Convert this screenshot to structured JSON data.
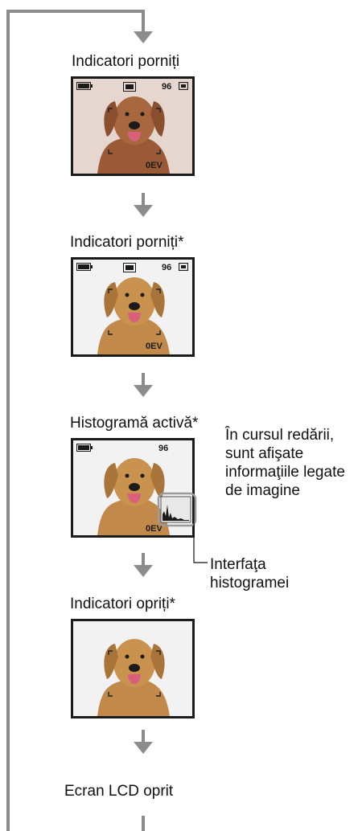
{
  "diagram": {
    "steps": [
      {
        "label": "Indicatori porniți",
        "indicators": {
          "count": "96",
          "ev": "0EV",
          "battery": "battery-icon",
          "quality": "image-size-icon",
          "card": "memory-card-icon"
        }
      },
      {
        "label": "Indicatori porniți*",
        "indicators": {
          "count": "96",
          "ev": "0EV",
          "battery": "battery-icon",
          "quality": "image-size-icon",
          "card": "memory-card-icon"
        }
      },
      {
        "label": "Histogramă activă*",
        "indicators": {
          "count": "96",
          "ev": "0EV",
          "battery": "battery-icon"
        }
      },
      {
        "label": "Indicatori opriți*"
      },
      {
        "label": "Ecran LCD oprit"
      }
    ],
    "notes": {
      "playback_info": "În cursul redării, sunt afişate informaţiile legate de imagine",
      "histogram_callout": "Interfaţa histogramei"
    }
  },
  "colors": {
    "flow_line": "#8c8c8c",
    "screen_border": "#1b1b1b"
  }
}
